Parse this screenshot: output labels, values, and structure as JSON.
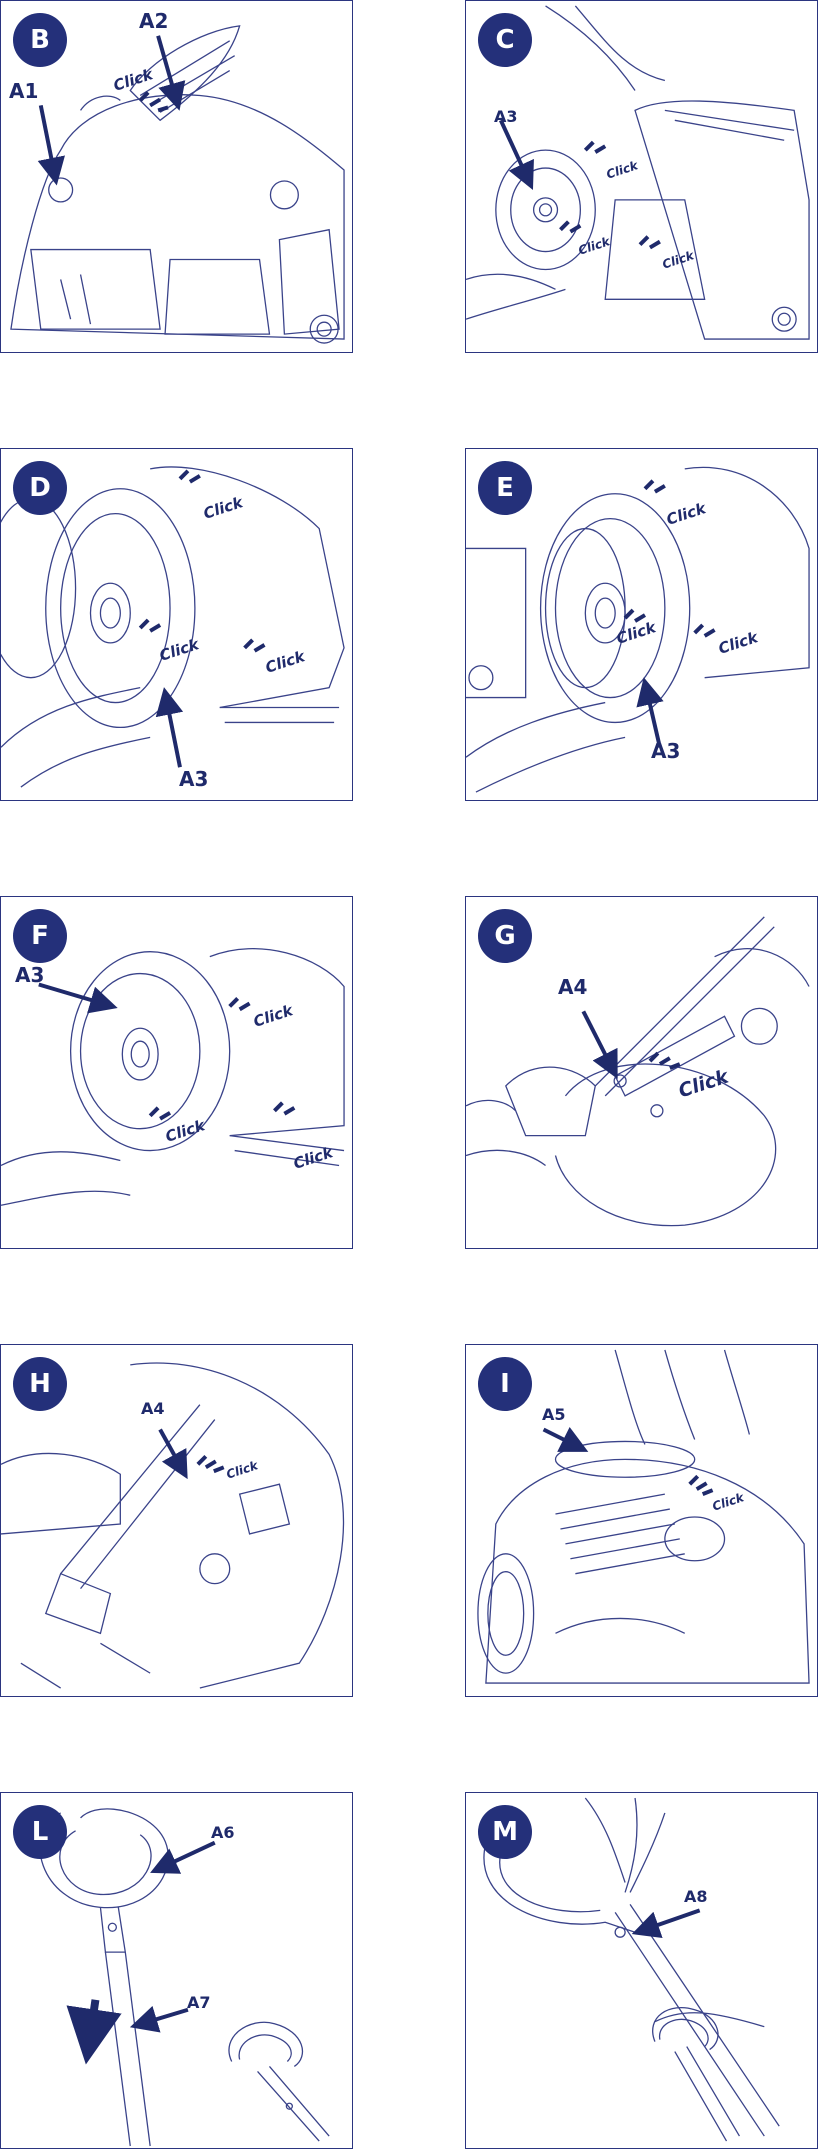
{
  "panels": [
    {
      "step": "B",
      "labels": [
        "A1",
        "A2"
      ],
      "click": "Click"
    },
    {
      "step": "C",
      "labels": [
        "A3"
      ],
      "click": "Click"
    },
    {
      "step": "D",
      "labels": [
        "A3"
      ],
      "click": "Click"
    },
    {
      "step": "E",
      "labels": [
        "A3"
      ],
      "click": "Click"
    },
    {
      "step": "F",
      "labels": [
        "A3"
      ],
      "click": "Click"
    },
    {
      "step": "G",
      "labels": [
        "A4"
      ],
      "click": "Click"
    },
    {
      "step": "H",
      "labels": [
        "A4"
      ],
      "click": "Click"
    },
    {
      "step": "I",
      "labels": [
        "A5"
      ],
      "click": "Click"
    },
    {
      "step": "L",
      "labels": [
        "A6",
        "A7"
      ]
    },
    {
      "step": "M",
      "labels": [
        "A8"
      ]
    }
  ],
  "colors": {
    "ink": "#24307a",
    "line": "#3a438a"
  }
}
